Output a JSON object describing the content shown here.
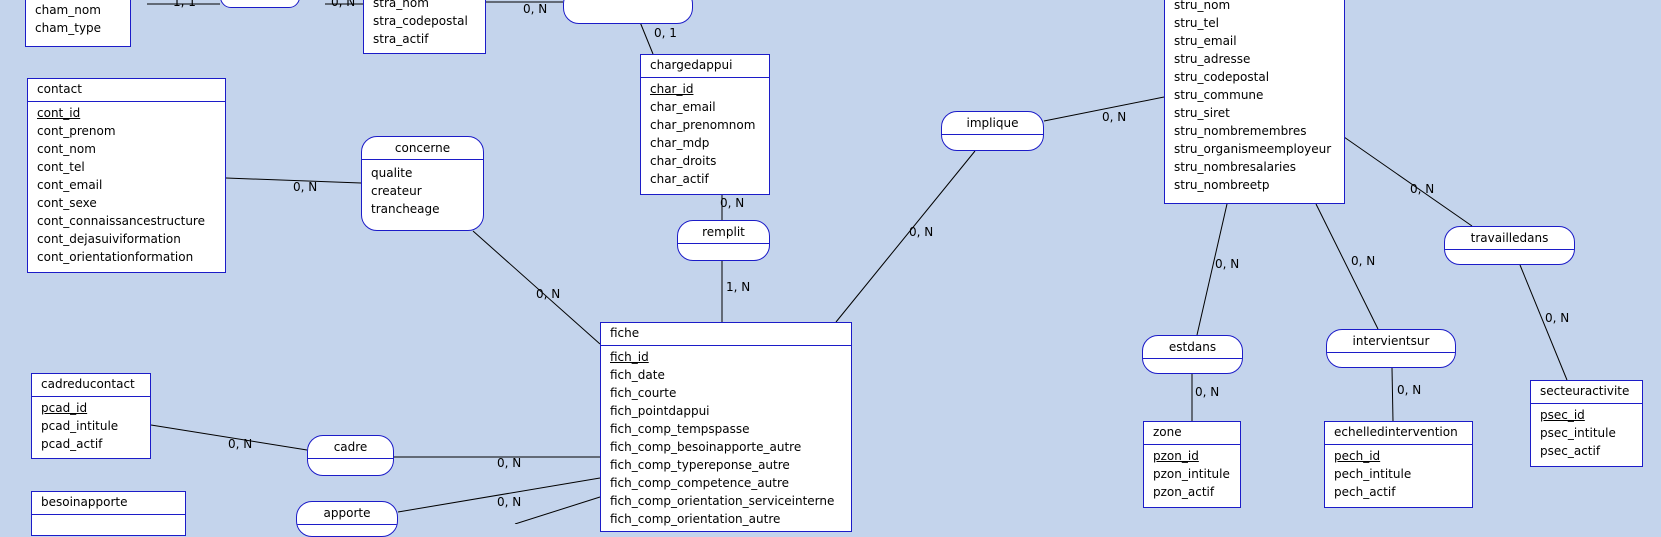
{
  "entities": {
    "cham": {
      "attrs": [
        "cham_nom",
        "cham_type"
      ]
    },
    "stra": {
      "attrs": [
        "stra_nom",
        "stra_codepostal",
        "stra_actif"
      ]
    },
    "stru": {
      "attrs": [
        "stru_nom",
        "stru_tel",
        "stru_email",
        "stru_adresse",
        "stru_codepostal",
        "stru_commune",
        "stru_siret",
        "stru_nombremembres",
        "stru_organismeemployeur",
        "stru_nombresalaries",
        "stru_nombreetp"
      ]
    },
    "contact": {
      "title": "contact",
      "pk": "cont_id",
      "attrs": [
        "cont_prenom",
        "cont_nom",
        "cont_tel",
        "cont_email",
        "cont_sexe",
        "cont_connaissancestructure",
        "cont_dejasuiviformation",
        "cont_orientationformation"
      ]
    },
    "chargedappui": {
      "title": "chargedappui",
      "pk": "char_id",
      "attrs": [
        "char_email",
        "char_prenomnom",
        "char_mdp",
        "char_droits",
        "char_actif"
      ]
    },
    "fiche": {
      "title": "fiche",
      "pk": "fich_id",
      "attrs": [
        "fich_date",
        "fich_courte",
        "fich_pointdappui",
        "fich_comp_tempspasse",
        "fich_comp_besoinapporte_autre",
        "fich_comp_typereponse_autre",
        "fich_comp_competence_autre",
        "fich_comp_orientation_serviceinterne",
        "fich_comp_orientation_autre"
      ]
    },
    "cadreducontact": {
      "title": "cadreducontact",
      "pk": "pcad_id",
      "attrs": [
        "pcad_intitule",
        "pcad_actif"
      ]
    },
    "besoinapporte": {
      "title": "besoinapporte"
    },
    "zone": {
      "title": "zone",
      "pk": "pzon_id",
      "attrs": [
        "pzon_intitule",
        "pzon_actif"
      ]
    },
    "echelledintervention": {
      "title": "echelledintervention",
      "pk": "pech_id",
      "attrs": [
        "pech_intitule",
        "pech_actif"
      ]
    },
    "secteuractivite": {
      "title": "secteuractivite",
      "pk": "psec_id",
      "attrs": [
        "psec_intitule",
        "psec_actif"
      ]
    }
  },
  "relations": {
    "concerne": {
      "title": "concerne",
      "attrs": [
        "qualite",
        "createur",
        "trancheage"
      ]
    },
    "remplit": {
      "title": "remplit"
    },
    "implique": {
      "title": "implique"
    },
    "cadre": {
      "title": "cadre"
    },
    "apporte": {
      "title": "apporte"
    },
    "estdans": {
      "title": "estdans"
    },
    "intervientsur": {
      "title": "intervientsur"
    },
    "travailledans": {
      "title": "travailledans"
    }
  },
  "cardinalities": {
    "cham_link": "1, 1",
    "stra_link": "0, N",
    "stra_right": "0, N",
    "char_top": "0, 1",
    "contact_concerne": "0, N",
    "concerne_fiche": "0, N",
    "char_remplit": "0, N",
    "remplit_fiche": "1, N",
    "implique_fiche": "0, N",
    "implique_stru": "0, N",
    "cadreducontact_cadre": "0, N",
    "cadre_fiche": "0, N",
    "apporte_fiche": "0, N",
    "stru_estdans": "0, N",
    "estdans_zone": "0, N",
    "stru_intervientsur": "0, N",
    "intervientsur_echelle": "0, N",
    "stru_travailledans": "0, N",
    "travailledans_secteur": "0, N"
  },
  "colors": {
    "background": "#c4d4ec",
    "border": "#1c1cc8",
    "line": "#000000"
  }
}
